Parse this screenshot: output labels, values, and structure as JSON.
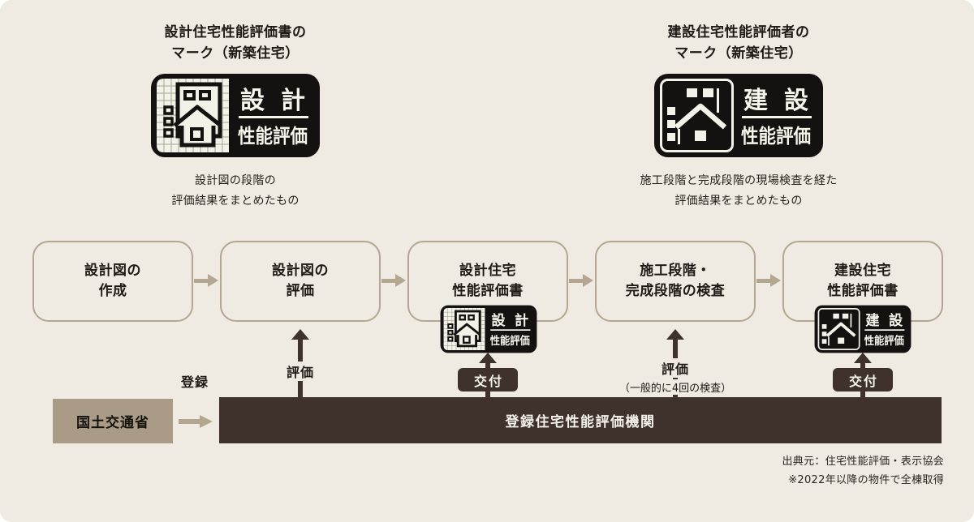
{
  "colors": {
    "panel_bg": "#efebe2",
    "tan_accent": "#b3a791",
    "dark_brown": "#3f312c",
    "badge_black": "#141110",
    "mlit_bg": "#a99b86"
  },
  "design_mark": {
    "title_line1": "設計住宅性能評価書の",
    "title_line2": "マーク（新築住宅）",
    "badge_top": "設計",
    "badge_bottom": "性能評価",
    "caption_line1": "設計図の段階の",
    "caption_line2": "評価結果をまとめたもの"
  },
  "construction_mark": {
    "title_line1": "建設住宅性能評価者の",
    "title_line2": "マーク（新築住宅）",
    "badge_top": "建設",
    "badge_bottom": "性能評価",
    "caption_line1": "施工段階と完成段階の現場検査を経た",
    "caption_line2": "評価結果をまとめたもの"
  },
  "flow": {
    "steps": [
      {
        "line1": "設計図の",
        "line2": "作成"
      },
      {
        "line1": "設計図の",
        "line2": "評価"
      },
      {
        "line1": "設計住宅",
        "line2": "性能評価書"
      },
      {
        "line1": "施工段階・",
        "line2": "完成段階の検査"
      },
      {
        "line1": "建設住宅",
        "line2": "性能評価書"
      }
    ]
  },
  "bottom": {
    "register_label": "登録",
    "mlit_label": "国土交通省",
    "agency_label": "登録住宅性能評価機関",
    "eval_label": "評価",
    "issue_label": "交付",
    "eval2_label": "評価",
    "eval2_note": "（一般的に4回の検査）",
    "issue2_label": "交付"
  },
  "footnote": {
    "source": "出典元：住宅性能評価・表示協会",
    "note": "※2022年以降の物件で全棟取得"
  }
}
